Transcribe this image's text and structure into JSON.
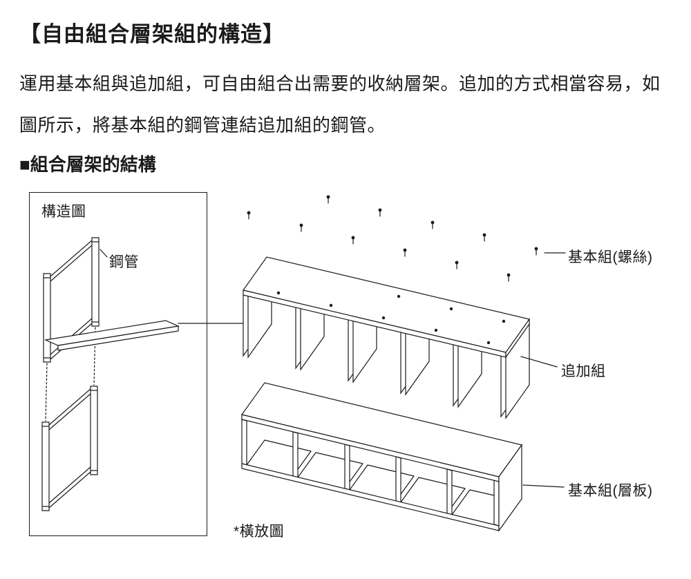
{
  "header": {
    "title": "【自由組合層架組的構造】"
  },
  "intro": {
    "text": "運用基本組與追加組，可自由組合出需要的收納層架。追加的方式相當容易，如圖所示，將基本組的鋼管連結追加組的鋼管。"
  },
  "section": {
    "heading": "■組合層架的結構"
  },
  "diagram": {
    "structure_box_title": "構造圖",
    "pipe_label": "鋼管",
    "label_basic_screws": "基本組(螺絲)",
    "label_addon": "追加組",
    "label_basic_board": "基本組(層板)",
    "footnote": "*橫放圖"
  },
  "colors": {
    "ink": "#1a1a1a",
    "background": "#ffffff"
  }
}
